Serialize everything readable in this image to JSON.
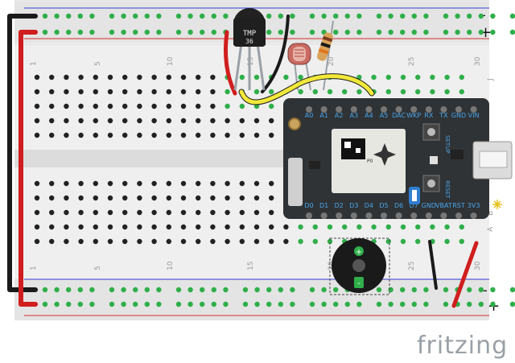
{
  "rail_signs": {
    "top_minus": "-",
    "top_plus": "+",
    "bottom_minus": "-",
    "bottom_plus": "+"
  },
  "column_numbers": {
    "top": [
      "1",
      "5",
      "10",
      "15",
      "20",
      "25",
      "30"
    ],
    "bottom": [
      "1",
      "5",
      "10",
      "15",
      "20",
      "25",
      "30"
    ]
  },
  "row_letters": {
    "top": [
      "J"
    ],
    "bottom": [
      "A",
      "B"
    ]
  },
  "sensor": {
    "label_line1": "TMP",
    "label_line2": "36"
  },
  "board": {
    "top_pins": [
      "A0",
      "A1",
      "A2",
      "A3",
      "A4",
      "A5",
      "DAC",
      "WKP",
      "RX",
      "TX",
      "GND",
      "VIN"
    ],
    "bottom_pins": [
      "D0",
      "D1",
      "D2",
      "D3",
      "D4",
      "D5",
      "D6",
      "D7",
      "GND",
      "VBAT",
      "RST",
      "3V3"
    ],
    "module_label": "P0",
    "setup_label": "SETUP",
    "reset_label": "RESET"
  },
  "buzzer": {
    "plus_sign": "+",
    "minus_sign": "-"
  },
  "logo": {
    "text": "fritzing"
  },
  "colors": {
    "rail_blue": "#3b3bd6",
    "rail_red": "#d62b2b",
    "hole_green": "#2fae4a",
    "wire_red": "#d01e1e",
    "wire_black": "#1a1a1a",
    "wire_yellow": "#f2e83a",
    "board": "#2f3336"
  }
}
